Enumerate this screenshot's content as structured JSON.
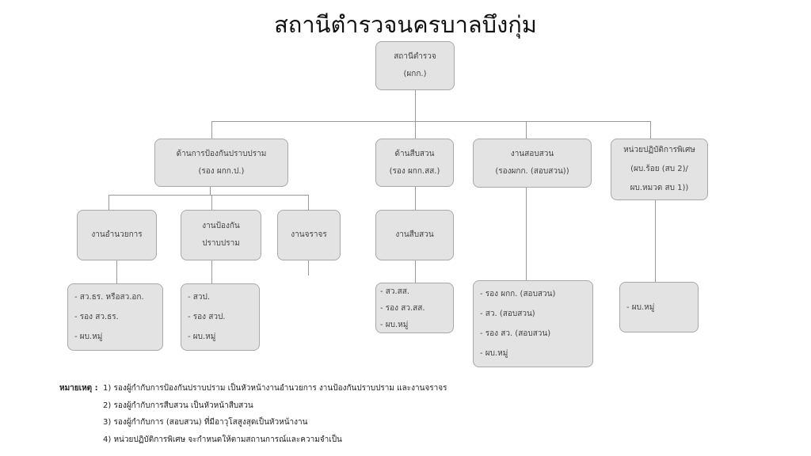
{
  "title": "สถานีตำรวจนครบาลบึงกุ่ม",
  "root": {
    "line1": "สถานีตำรวจ",
    "line2": "(ผกก.)"
  },
  "branches": [
    {
      "line1": "ด้านการป้องกันปราบปราม",
      "line2": "(รอง ผกก.ป.)"
    },
    {
      "line1": "ด้านสืบสวน",
      "line2": "(รอง ผกก.สส.)"
    },
    {
      "line1": "งานสอบสวน",
      "line2": "(รองผกก. (สอบสวน))"
    },
    {
      "line1": "หน่วยปฏิบัติการพิเศษ",
      "line2": "(ผบ.ร้อย (สบ 2)/",
      "line3": "ผบ.หมวด สบ 1))"
    }
  ],
  "units": [
    {
      "line1": "งานอำนวยการ"
    },
    {
      "line1": "งานป้องกัน",
      "line2": "ปราบปราม"
    },
    {
      "line1": "งานจราจร"
    },
    {
      "line1": "งานสืบสวน"
    }
  ],
  "staff": [
    {
      "items": [
        "- สว.ธร. หรือสว.อก.",
        "- รอง สว.ธร.",
        "- ผบ.หมู่"
      ]
    },
    {
      "items": [
        "- สวป.",
        "- รอง สวป.",
        "- ผบ.หมู่"
      ]
    },
    {
      "items": [
        "- สว.สส.",
        "- รอง สว.สส.",
        "- ผบ.หมู่"
      ]
    },
    {
      "items": [
        "- รอง ผกก. (สอบสวน)",
        "- สว. (สอบสวน)",
        "- รอง สว. (สอบสวน)",
        "- ผบ.หมู่"
      ]
    },
    {
      "items": [
        "- ผบ.หมู่"
      ]
    }
  ],
  "notes": {
    "label": "หมายเหตุ :",
    "items": [
      "1) รองผู้กำกับการป้องกันปราบปราม  เป็นหัวหน้างานอำนวยการ  งานป้องกันปราบปราม  และงานจราจร",
      "2) รองผู้กำกับการสืบสวน  เป็นหัวหน้าสืบสวน",
      "3) รองผู้กำกับการ  (สอบสวน) ที่มีอาวุโสสูงสุดเป็นหัวหน้างาน",
      "4) หน่วยปฏิบัติการพิเศษ  จะกำหนดให้ตามสถานการณ์และความจำเป็น"
    ]
  }
}
